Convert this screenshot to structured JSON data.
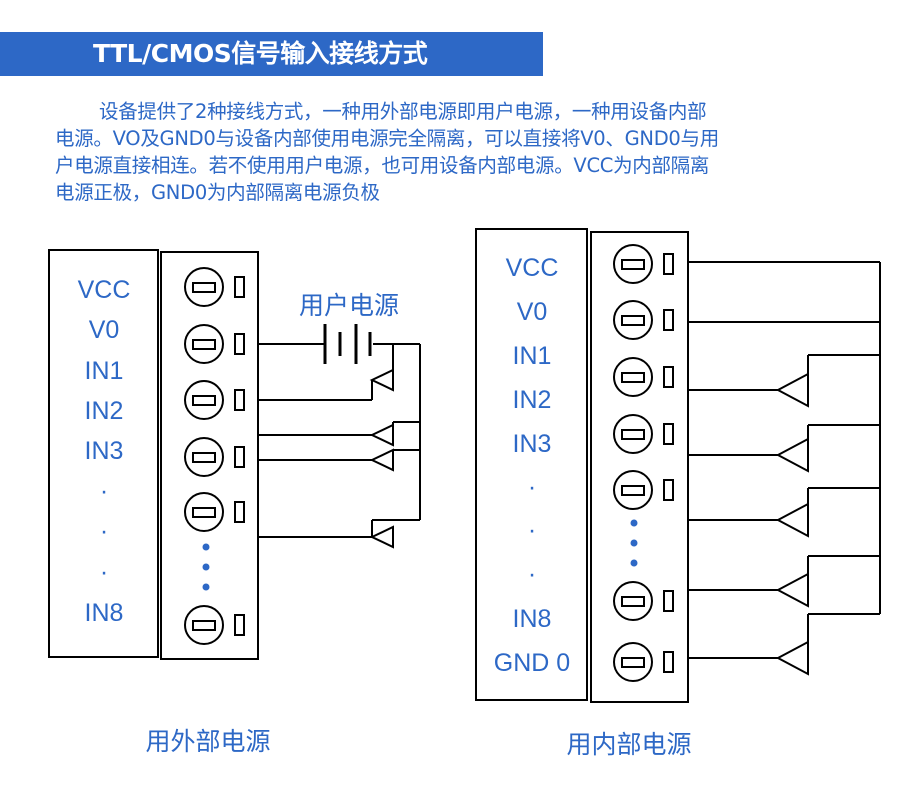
{
  "header": {
    "title": "TTL/CMOS信号输入接线方式"
  },
  "intro": {
    "lines": [
      "设备提供了2种接线方式，一种用外部电源即用户电源，一种用设备内部",
      "电源。VO及GND0与设备内部使用电源完全隔离，可以直接将V0、GND0与用",
      "户电源直接相连。若不使用用户电源，也可用设备内部电源。VCC为内部隔离",
      "电源正极，GND0为内部隔离电源负极"
    ]
  },
  "left_diagram": {
    "labels": [
      "VCC",
      "V0",
      "IN1",
      "IN2",
      "IN3",
      "·",
      "·",
      "·",
      "IN8"
    ],
    "supply_label": "用户电源",
    "caption": "用外部电源"
  },
  "right_diagram": {
    "labels": [
      "VCC",
      "V0",
      "IN1",
      "IN2",
      "IN3",
      "·",
      "·",
      "·",
      "IN8",
      "GND 0"
    ],
    "caption": "用内部电源"
  },
  "colors": {
    "accent": "#2d68c6",
    "line": "#000000"
  },
  "icons": {
    "terminal": "screw-terminal-icon",
    "buffer": "buffer-gate-icon",
    "battery": "battery-icon"
  }
}
